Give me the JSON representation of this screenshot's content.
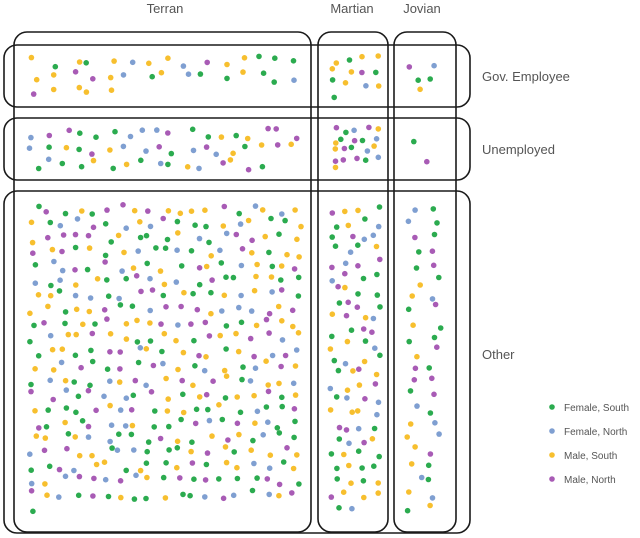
{
  "chart_data": {
    "type": "scatter",
    "columns": [
      "Terran",
      "Martian",
      "Jovian"
    ],
    "rows": [
      "Gov. Employee",
      "Unemployed",
      "Other"
    ],
    "legend": [
      {
        "name": "Female, South",
        "color": "#2bab4f"
      },
      {
        "name": "Female, North",
        "color": "#7f9fd1"
      },
      {
        "name": "Male, South",
        "color": "#f7bf2e"
      },
      {
        "name": "Male, North",
        "color": "#a85bb5"
      }
    ],
    "cells": [
      {
        "column": "Terran",
        "row": "Gov. Employee",
        "counts": [
          10,
          5,
          16,
          4
        ]
      },
      {
        "column": "Martian",
        "row": "Gov. Employee",
        "counts": [
          4,
          1,
          7,
          1
        ]
      },
      {
        "column": "Jovian",
        "row": "Gov. Employee",
        "counts": [
          2,
          1,
          1,
          1
        ]
      },
      {
        "column": "Terran",
        "row": "Unemployed",
        "counts": [
          17,
          12,
          11,
          12
        ]
      },
      {
        "column": "Martian",
        "row": "Unemployed",
        "counts": [
          5,
          4,
          5,
          7
        ]
      },
      {
        "column": "Jovian",
        "row": "Unemployed",
        "counts": [
          1,
          0,
          0,
          1
        ]
      },
      {
        "column": "Terran",
        "row": "Other",
        "counts": [
          125,
          70,
          120,
          85
        ]
      },
      {
        "column": "Martian",
        "row": "Other",
        "counts": [
          30,
          16,
          25,
          19
        ]
      },
      {
        "column": "Jovian",
        "row": "Other",
        "counts": [
          16,
          8,
          10,
          10
        ]
      }
    ],
    "legend_position": "bottom-right"
  }
}
